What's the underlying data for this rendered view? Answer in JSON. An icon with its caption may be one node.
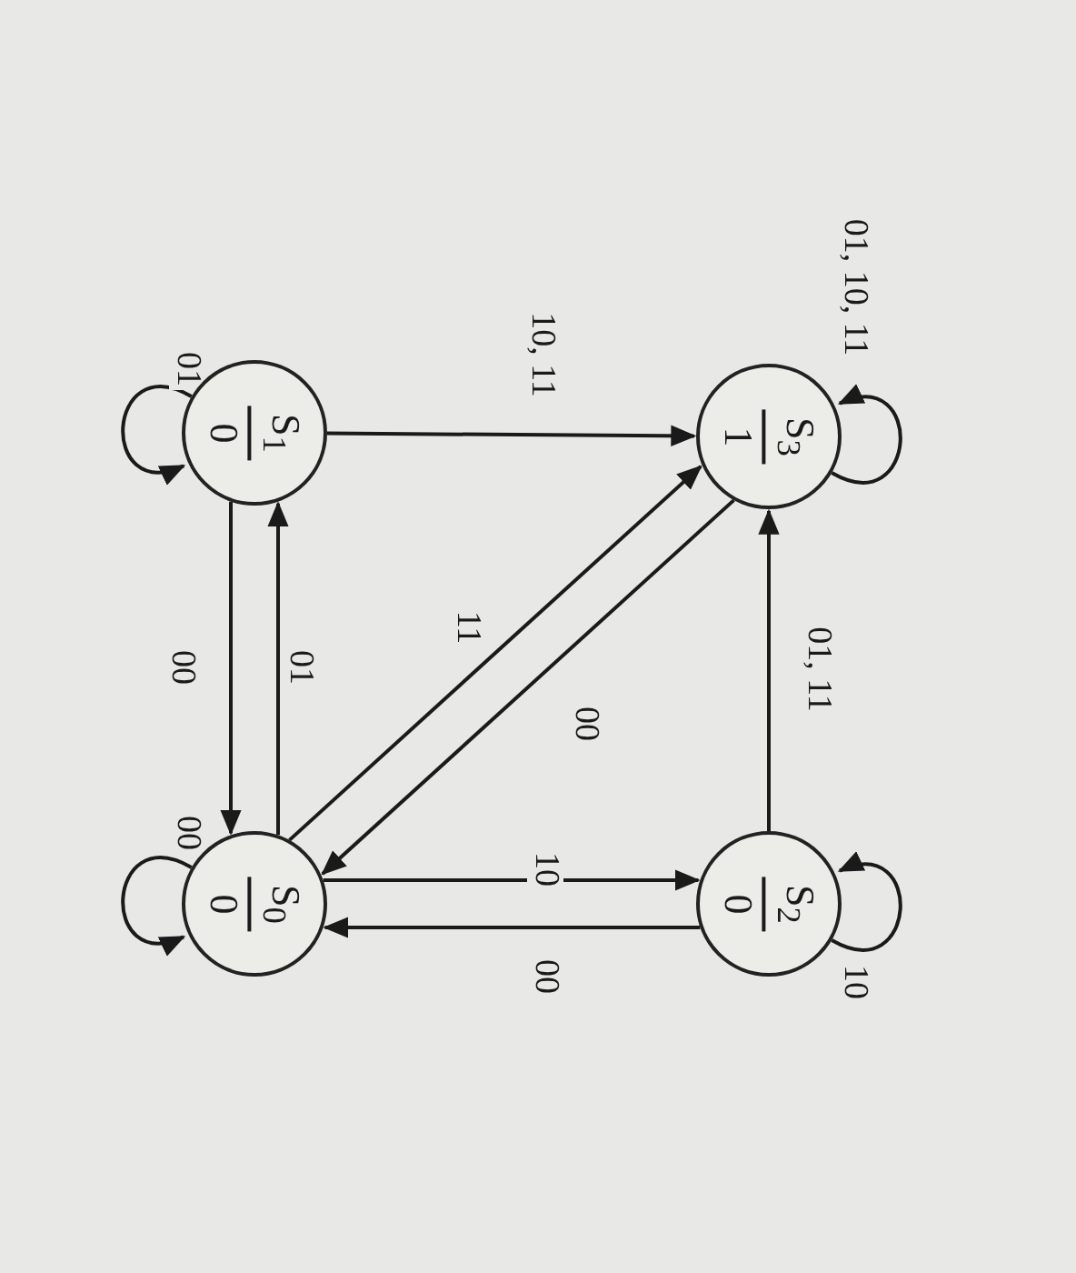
{
  "diagram": {
    "nodes": [
      {
        "text": [
          "S$_{0}$",
          "0"
        ]
      },
      {
        "text": [
          "S$_{1}$",
          "0"
        ]
      },
      {
        "text": [
          "S$_{2}$",
          "0"
        ]
      },
      {
        "text": [
          "S$_{3}$",
          "1"
        ]
      }
    ],
    "edges": [
      {
        "from": 0,
        "to": 0,
        "arrow": "to",
        "label": "00"
      },
      {
        "from": 1,
        "to": 1,
        "arrow": "to",
        "label": "01"
      },
      {
        "from": 1,
        "to": 0,
        "arrow": "to",
        "label": "00"
      },
      {
        "from": 0,
        "to": 1,
        "arrow": "to",
        "label": "01"
      },
      {
        "from": 1,
        "to": 3,
        "arrow": "to",
        "label": "10, 11"
      },
      {
        "from": 0,
        "to": 3,
        "arrow": "to",
        "label": "11"
      },
      {
        "from": 3,
        "to": 0,
        "arrow": "to",
        "label": "00"
      },
      {
        "from": 0,
        "to": 2,
        "arrow": "to",
        "label": "10"
      },
      {
        "from": 2,
        "to": 0,
        "arrow": "to",
        "label": "00"
      },
      {
        "from": 2,
        "to": 2,
        "arrow": "to",
        "label": "10"
      },
      {
        "from": 2,
        "to": 3,
        "arrow": "to",
        "label": "01, 11"
      },
      {
        "from": 3,
        "to": 3,
        "arrow": "to",
        "label": "01, 10, 11"
      }
    ]
  }
}
